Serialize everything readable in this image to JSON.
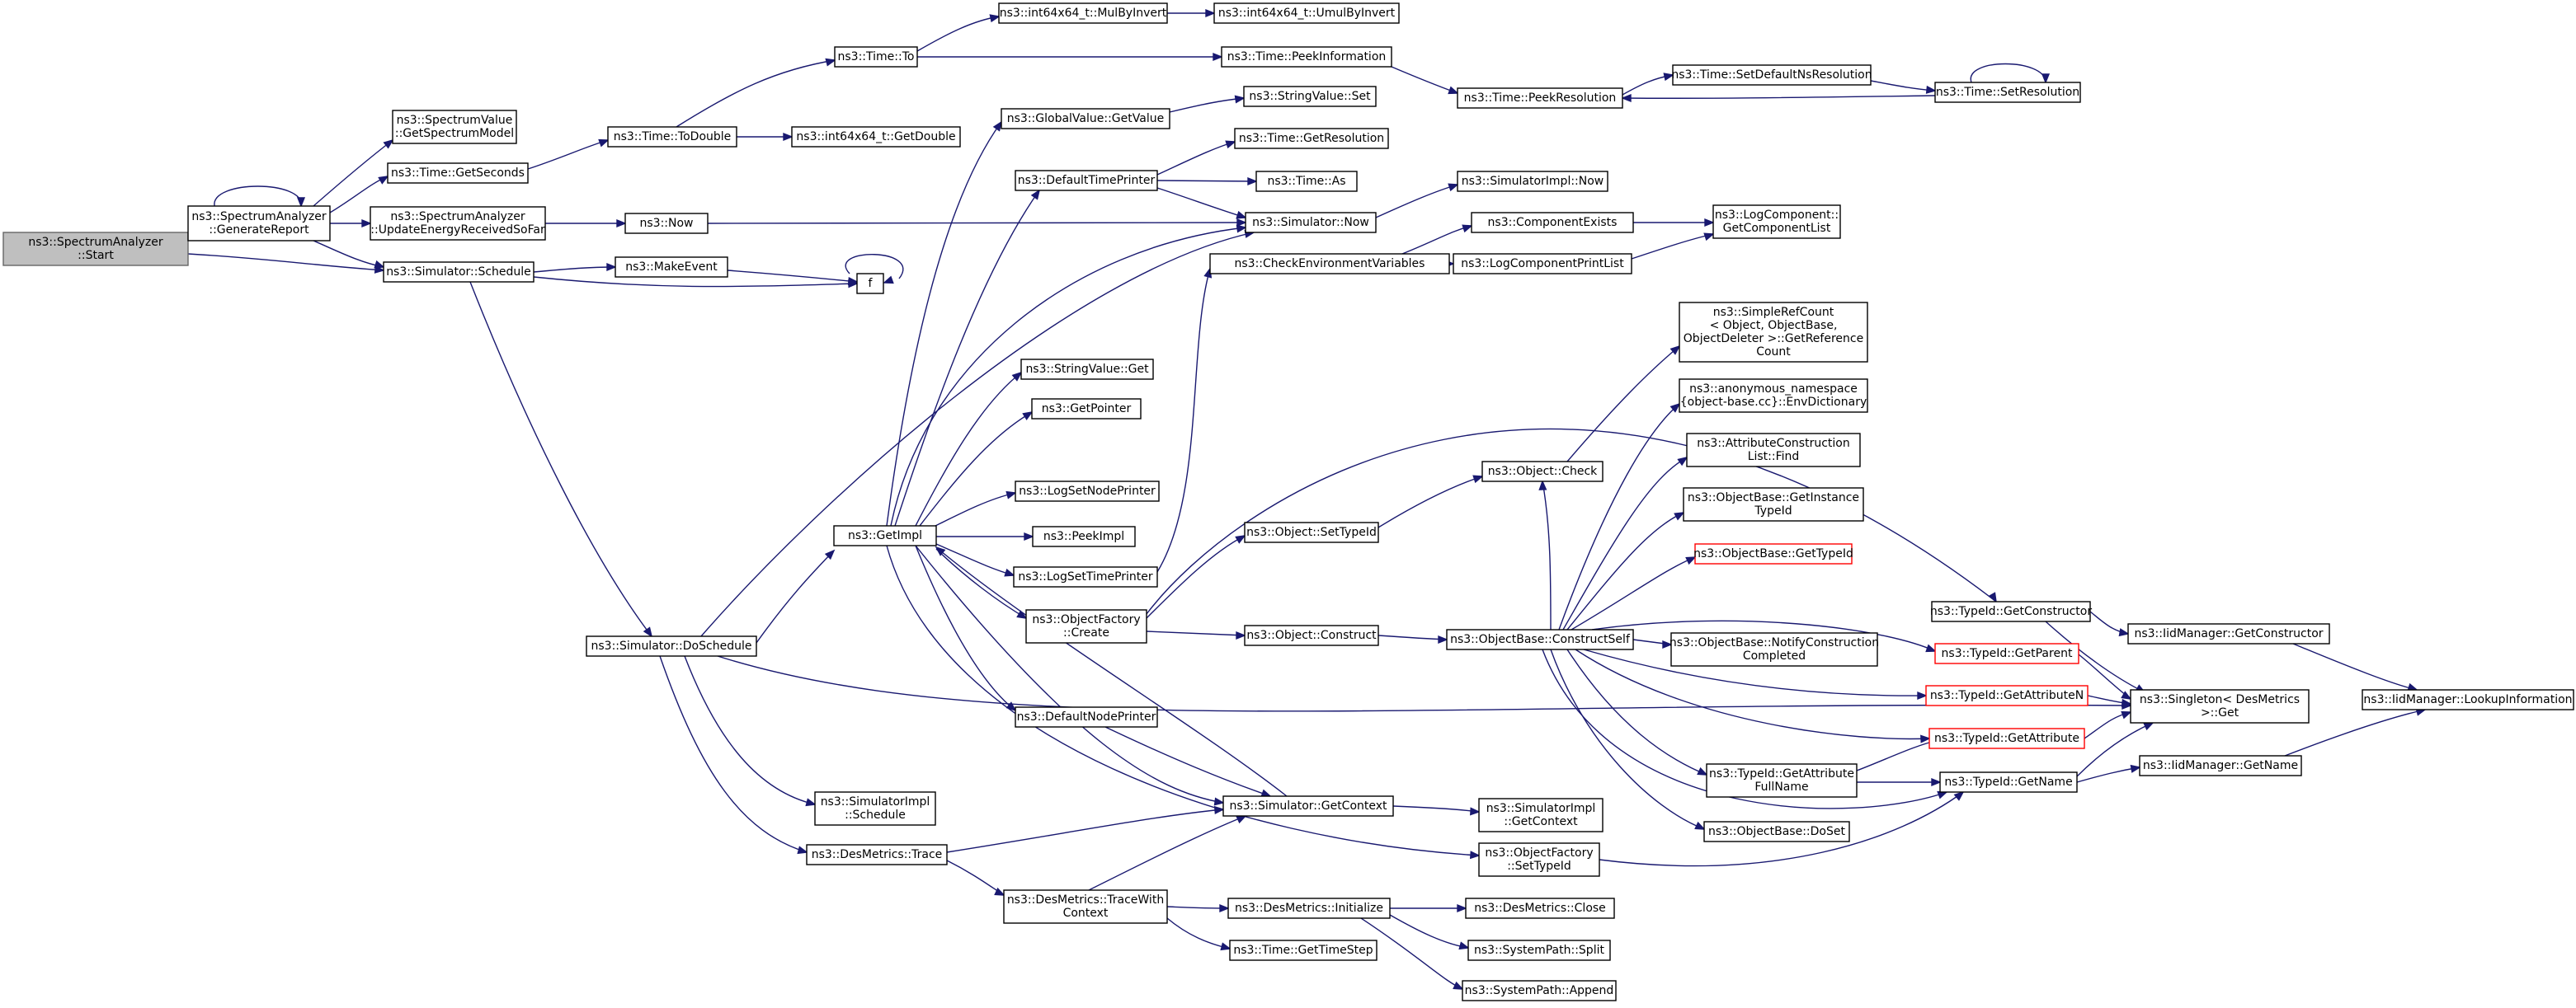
{
  "colors": {
    "edge": "#191970",
    "node_border": "#000000",
    "node_fill": "#ffffff",
    "root_fill": "#bfbfbf",
    "root_border": "#666666",
    "truncated_border": "#ff0000",
    "text": "#000000"
  },
  "nodes": [
    {
      "id": "start",
      "lines": [
        "ns3::SpectrumAnalyzer",
        "::Start"
      ],
      "style": "root"
    },
    {
      "id": "genreport",
      "lines": [
        "ns3::SpectrumAnalyzer",
        "::GenerateReport"
      ]
    },
    {
      "id": "specvalue",
      "lines": [
        "ns3::SpectrumValue",
        "::GetSpectrumModel"
      ]
    },
    {
      "id": "getseconds",
      "lines": [
        "ns3::Time::GetSeconds"
      ]
    },
    {
      "id": "updateenergy",
      "lines": [
        "ns3::SpectrumAnalyzer",
        "::UpdateEnergyReceivedSoFar"
      ]
    },
    {
      "id": "schedule",
      "lines": [
        "ns3::Simulator::Schedule"
      ]
    },
    {
      "id": "todouble",
      "lines": [
        "ns3::Time::ToDouble"
      ]
    },
    {
      "id": "to",
      "lines": [
        "ns3::Time::To"
      ]
    },
    {
      "id": "getdouble",
      "lines": [
        "ns3::int64x64_t::GetDouble"
      ]
    },
    {
      "id": "mulbyinvert",
      "lines": [
        "ns3::int64x64_t::MulByInvert"
      ]
    },
    {
      "id": "umulbyinvert",
      "lines": [
        "ns3::int64x64_t::UmulByInvert"
      ]
    },
    {
      "id": "peekinfo",
      "lines": [
        "ns3::Time::PeekInformation"
      ]
    },
    {
      "id": "peekres",
      "lines": [
        "ns3::Time::PeekResolution"
      ]
    },
    {
      "id": "setdefaultns",
      "lines": [
        "ns3::Time::SetDefaultNsResolution"
      ]
    },
    {
      "id": "setres",
      "lines": [
        "ns3::Time::SetResolution"
      ]
    },
    {
      "id": "nsnow",
      "lines": [
        "ns3::Now"
      ]
    },
    {
      "id": "makeevent",
      "lines": [
        "ns3::MakeEvent"
      ]
    },
    {
      "id": "f",
      "lines": [
        "f"
      ]
    },
    {
      "id": "globalvalue",
      "lines": [
        "ns3::GlobalValue::GetValue"
      ]
    },
    {
      "id": "stringvalueset",
      "lines": [
        "ns3::StringValue::Set"
      ]
    },
    {
      "id": "defaulttimeprinter",
      "lines": [
        "ns3::DefaultTimePrinter"
      ]
    },
    {
      "id": "getresolution",
      "lines": [
        "ns3::Time::GetResolution"
      ]
    },
    {
      "id": "timeas",
      "lines": [
        "ns3::Time::As"
      ]
    },
    {
      "id": "simnow",
      "lines": [
        "ns3::Simulator::Now"
      ]
    },
    {
      "id": "simimplnow",
      "lines": [
        "ns3::SimulatorImpl::Now"
      ]
    },
    {
      "id": "checkenv",
      "lines": [
        "ns3::CheckEnvironmentVariables"
      ]
    },
    {
      "id": "compexists",
      "lines": [
        "ns3::ComponentExists"
      ]
    },
    {
      "id": "logcompprintlist",
      "lines": [
        "ns3::LogComponentPrintList"
      ]
    },
    {
      "id": "getcomplist",
      "lines": [
        "ns3::LogComponent::",
        "GetComponentList"
      ]
    },
    {
      "id": "stringvalueget",
      "lines": [
        "ns3::StringValue::Get"
      ]
    },
    {
      "id": "getpointer",
      "lines": [
        "ns3::GetPointer"
      ]
    },
    {
      "id": "logsetnodeprinter",
      "lines": [
        "ns3::LogSetNodePrinter"
      ]
    },
    {
      "id": "getimpl",
      "lines": [
        "ns3::GetImpl"
      ]
    },
    {
      "id": "peekimpl",
      "lines": [
        "ns3::PeekImpl"
      ]
    },
    {
      "id": "logsettimeprinter",
      "lines": [
        "ns3::LogSetTimePrinter"
      ]
    },
    {
      "id": "objfactorycreate",
      "lines": [
        "ns3::ObjectFactory",
        "::Create"
      ]
    },
    {
      "id": "defaultnodeprinter",
      "lines": [
        "ns3::DefaultNodePrinter"
      ]
    },
    {
      "id": "simpleref",
      "lines": [
        "ns3::SimpleRefCount",
        "< Object, ObjectBase,",
        "ObjectDeleter >::GetReference",
        "Count"
      ]
    },
    {
      "id": "envdict",
      "lines": [
        "ns3::anonymous_namespace",
        "{object-base.cc}::EnvDictionary"
      ]
    },
    {
      "id": "attrconstr",
      "lines": [
        "ns3::AttributeConstruction",
        "List::Find"
      ]
    },
    {
      "id": "getinstancetypeid",
      "lines": [
        "ns3::ObjectBase::GetInstance",
        "TypeId"
      ]
    },
    {
      "id": "getobjtypeid",
      "lines": [
        "ns3::ObjectBase::GetTypeId"
      ],
      "style": "truncated"
    },
    {
      "id": "objcheck",
      "lines": [
        "ns3::Object::Check"
      ]
    },
    {
      "id": "objsettypeid",
      "lines": [
        "ns3::Object::SetTypeId"
      ]
    },
    {
      "id": "objconstruct",
      "lines": [
        "ns3::Object::Construct"
      ]
    },
    {
      "id": "constructself",
      "lines": [
        "ns3::ObjectBase::ConstructSelf"
      ]
    },
    {
      "id": "notifyconstr",
      "lines": [
        "ns3::ObjectBase::NotifyConstruction",
        "Completed"
      ]
    },
    {
      "id": "typeidgetconstr",
      "lines": [
        "ns3::TypeId::GetConstructor"
      ]
    },
    {
      "id": "iidgetconstr",
      "lines": [
        "ns3::IidManager::GetConstructor"
      ]
    },
    {
      "id": "getparent",
      "lines": [
        "ns3::TypeId::GetParent"
      ],
      "style": "truncated"
    },
    {
      "id": "getattributen",
      "lines": [
        "ns3::TypeId::GetAttributeN"
      ],
      "style": "truncated"
    },
    {
      "id": "singleton",
      "lines": [
        "ns3::Singleton< DesMetrics",
        ">::Get"
      ]
    },
    {
      "id": "lookupinfo",
      "lines": [
        "ns3::IidManager::LookupInformation"
      ]
    },
    {
      "id": "getattribute",
      "lines": [
        "ns3::TypeId::GetAttribute"
      ],
      "style": "truncated"
    },
    {
      "id": "getattrfullname",
      "lines": [
        "ns3::TypeId::GetAttribute",
        "FullName"
      ]
    },
    {
      "id": "typeidgetname",
      "lines": [
        "ns3::TypeId::GetName"
      ]
    },
    {
      "id": "iidgetname",
      "lines": [
        "ns3::IidManager::GetName"
      ]
    },
    {
      "id": "doset",
      "lines": [
        "ns3::ObjectBase::DoSet"
      ]
    },
    {
      "id": "doschedule",
      "lines": [
        "ns3::Simulator::DoSchedule"
      ]
    },
    {
      "id": "simimplschedule",
      "lines": [
        "ns3::SimulatorImpl",
        "::Schedule"
      ]
    },
    {
      "id": "desmetricstrace",
      "lines": [
        "ns3::DesMetrics::Trace"
      ]
    },
    {
      "id": "simgetcontext",
      "lines": [
        "ns3::Simulator::GetContext"
      ]
    },
    {
      "id": "simimplgetcontext",
      "lines": [
        "ns3::SimulatorImpl",
        "::GetContext"
      ]
    },
    {
      "id": "objfactorysettypeid",
      "lines": [
        "ns3::ObjectFactory",
        "::SetTypeId"
      ]
    },
    {
      "id": "tracewithcontext",
      "lines": [
        "ns3::DesMetrics::TraceWith",
        "Context"
      ]
    },
    {
      "id": "desinit",
      "lines": [
        "ns3::DesMetrics::Initialize"
      ]
    },
    {
      "id": "desclose",
      "lines": [
        "ns3::DesMetrics::Close"
      ]
    },
    {
      "id": "gettimestep",
      "lines": [
        "ns3::Time::GetTimeStep"
      ]
    },
    {
      "id": "split",
      "lines": [
        "ns3::SystemPath::Split"
      ]
    },
    {
      "id": "append",
      "lines": [
        "ns3::SystemPath::Append"
      ]
    }
  ]
}
